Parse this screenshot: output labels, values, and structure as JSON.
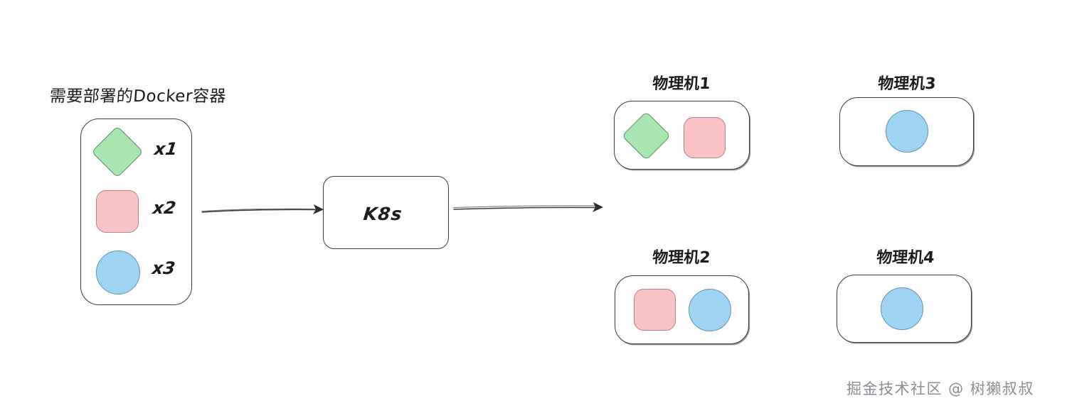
{
  "diagram": {
    "source": {
      "title": "需要部署的Docker容器",
      "items": [
        {
          "shape": "diamond",
          "color": "#a8e6b0",
          "count_label": "x1"
        },
        {
          "shape": "square",
          "color": "#f9c3c6",
          "count_label": "x2"
        },
        {
          "shape": "circle",
          "color": "#9ed4f2",
          "count_label": "x3"
        }
      ]
    },
    "scheduler": {
      "label": "K8s"
    },
    "machines": [
      {
        "title": "物理机1",
        "shapes": [
          {
            "shape": "diamond",
            "color": "#a8e6b0"
          },
          {
            "shape": "square",
            "color": "#f9c3c6"
          }
        ]
      },
      {
        "title": "物理机3",
        "shapes": [
          {
            "shape": "circle",
            "color": "#9ed4f2"
          }
        ]
      },
      {
        "title": "物理机2",
        "shapes": [
          {
            "shape": "square",
            "color": "#f9c3c6"
          },
          {
            "shape": "circle",
            "color": "#9ed4f2"
          }
        ]
      },
      {
        "title": "物理机4",
        "shapes": [
          {
            "shape": "circle",
            "color": "#9ed4f2"
          }
        ]
      }
    ],
    "arrows": [
      {
        "name": "source-to-k8s",
        "from": "container-box",
        "to": "k8s-box"
      },
      {
        "name": "k8s-to-machines",
        "from": "k8s-box",
        "to": "machines-group"
      }
    ],
    "watermark": "掘金技术社区 @ 树獭叔叔",
    "colors": {
      "green": "#a8e6b0",
      "pink": "#f9c3c6",
      "blue": "#9ed4f2",
      "stroke": "#3b3b44",
      "background": "#fdfdfd",
      "watermark": "#8d8d95"
    }
  }
}
